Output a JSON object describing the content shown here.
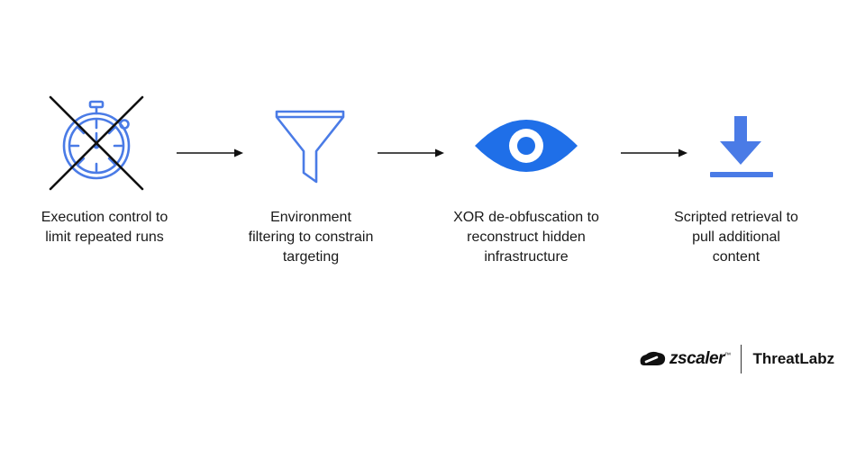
{
  "colors": {
    "accent": "#4a7be6",
    "eye": "#1f6fe8",
    "ink": "#111111"
  },
  "steps": [
    {
      "icon": "stopwatch-crossed-icon",
      "caption_lines": [
        "Execution control to",
        "limit repeated runs"
      ]
    },
    {
      "icon": "funnel-icon",
      "caption_lines": [
        "Environment",
        "filtering to constrain",
        "targeting"
      ]
    },
    {
      "icon": "eye-icon",
      "caption_lines": [
        "XOR de-obfuscation to",
        "reconstruct hidden",
        "infrastructure"
      ]
    },
    {
      "icon": "download-icon",
      "caption_lines": [
        "Scripted retrieval to",
        "pull additional",
        "content"
      ]
    }
  ],
  "branding": {
    "company": "zscaler",
    "trademark": "™",
    "product": "ThreatLabz"
  }
}
